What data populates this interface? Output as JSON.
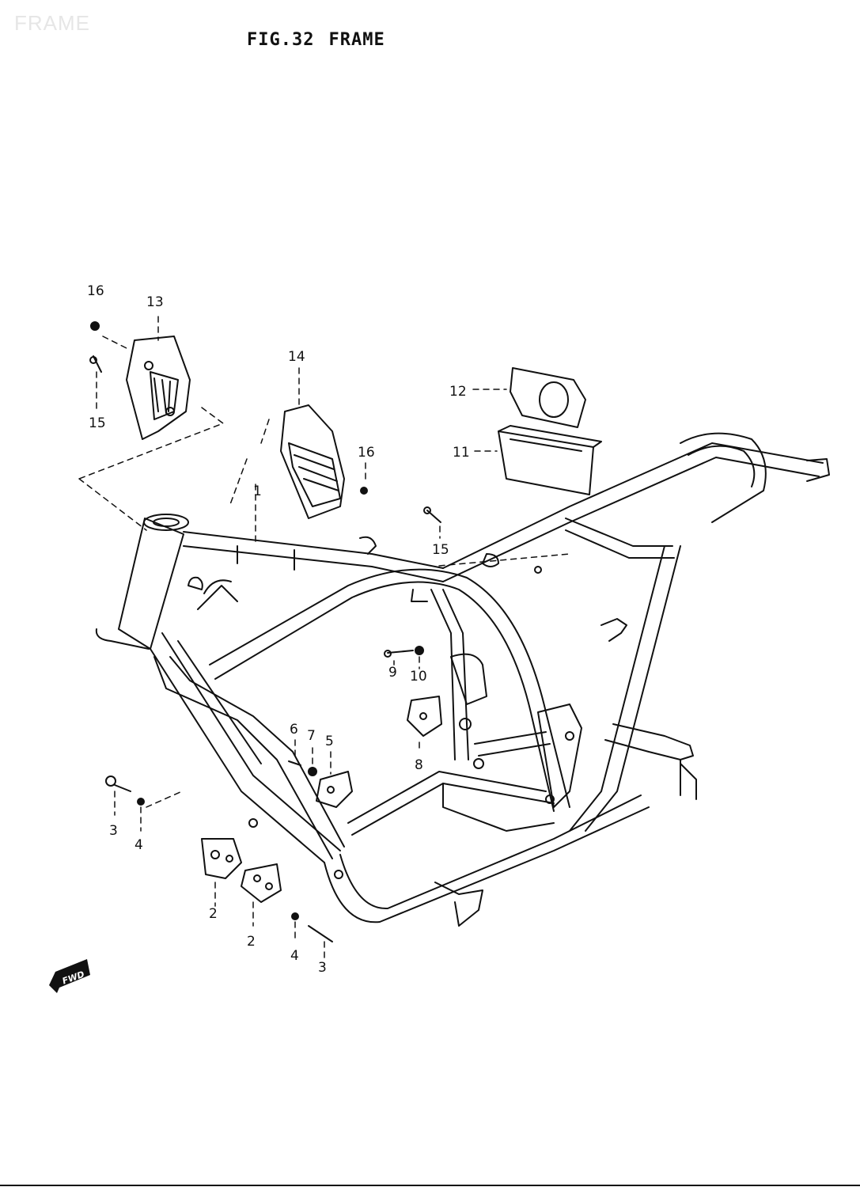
{
  "watermark": "FRAME",
  "figure": {
    "number": "FIG.32",
    "name": "FRAME"
  },
  "fwd": "FWD",
  "labels": {
    "l1": "1",
    "l2a": "2",
    "l2b": "2",
    "l3a": "3",
    "l3b": "3",
    "l4a": "4",
    "l4b": "4",
    "l5": "5",
    "l6": "6",
    "l7": "7",
    "l8": "8",
    "l9": "9",
    "l10": "10",
    "l11": "11",
    "l12": "12",
    "l13": "13",
    "l14": "14",
    "l15a": "15",
    "l15b": "15",
    "l16a": "16",
    "l16b": "16"
  }
}
